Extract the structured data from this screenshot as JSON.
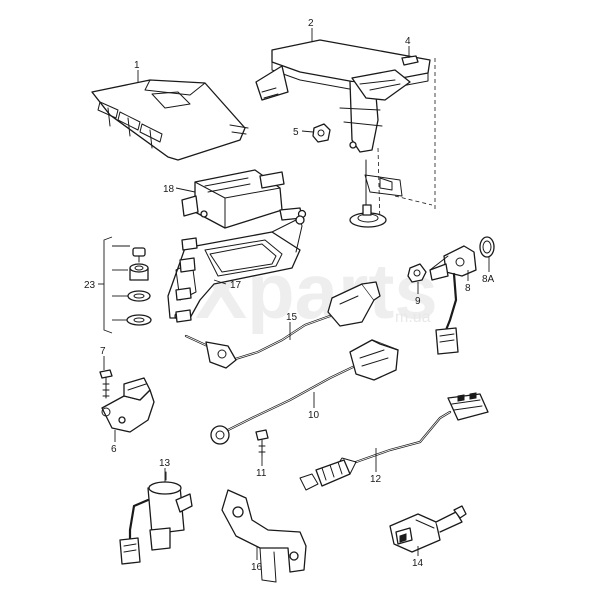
{
  "watermark": {
    "brand": "Xparts",
    "domain": "m.ua"
  },
  "callouts": {
    "c1": "1",
    "c2": "2",
    "c4": "4",
    "c5": "5",
    "c18": "18",
    "c23": "23",
    "c17": "17",
    "c9": "9",
    "c8": "8",
    "c8a": "8A",
    "c15": "15",
    "c7": "7",
    "c6": "6",
    "c10": "10",
    "c11": "11",
    "c12": "12",
    "c13": "13",
    "c16": "16",
    "c14": "14"
  }
}
